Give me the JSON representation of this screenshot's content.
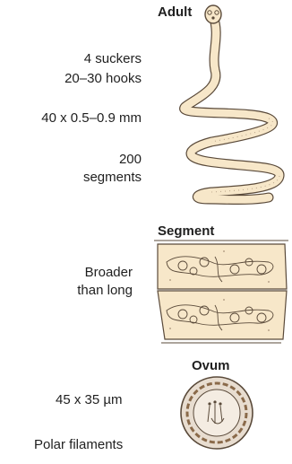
{
  "adult": {
    "heading": "Adult",
    "suckers": "4 suckers",
    "hooks": "20–30 hooks",
    "size": "40 x 0.5–0.9 mm",
    "segments_count": "200",
    "segments_word": "segments"
  },
  "segment": {
    "heading": "Segment",
    "shape_line1": "Broader",
    "shape_line2": "than long"
  },
  "ovum": {
    "heading": "Ovum",
    "size": "45 x 35 µm",
    "filaments": "Polar filaments"
  },
  "colors": {
    "body_fill": "#f7e7c9",
    "outline": "#5a4a3a",
    "egg_fill": "#e8ddd0",
    "accent": "#8a6a4a"
  }
}
